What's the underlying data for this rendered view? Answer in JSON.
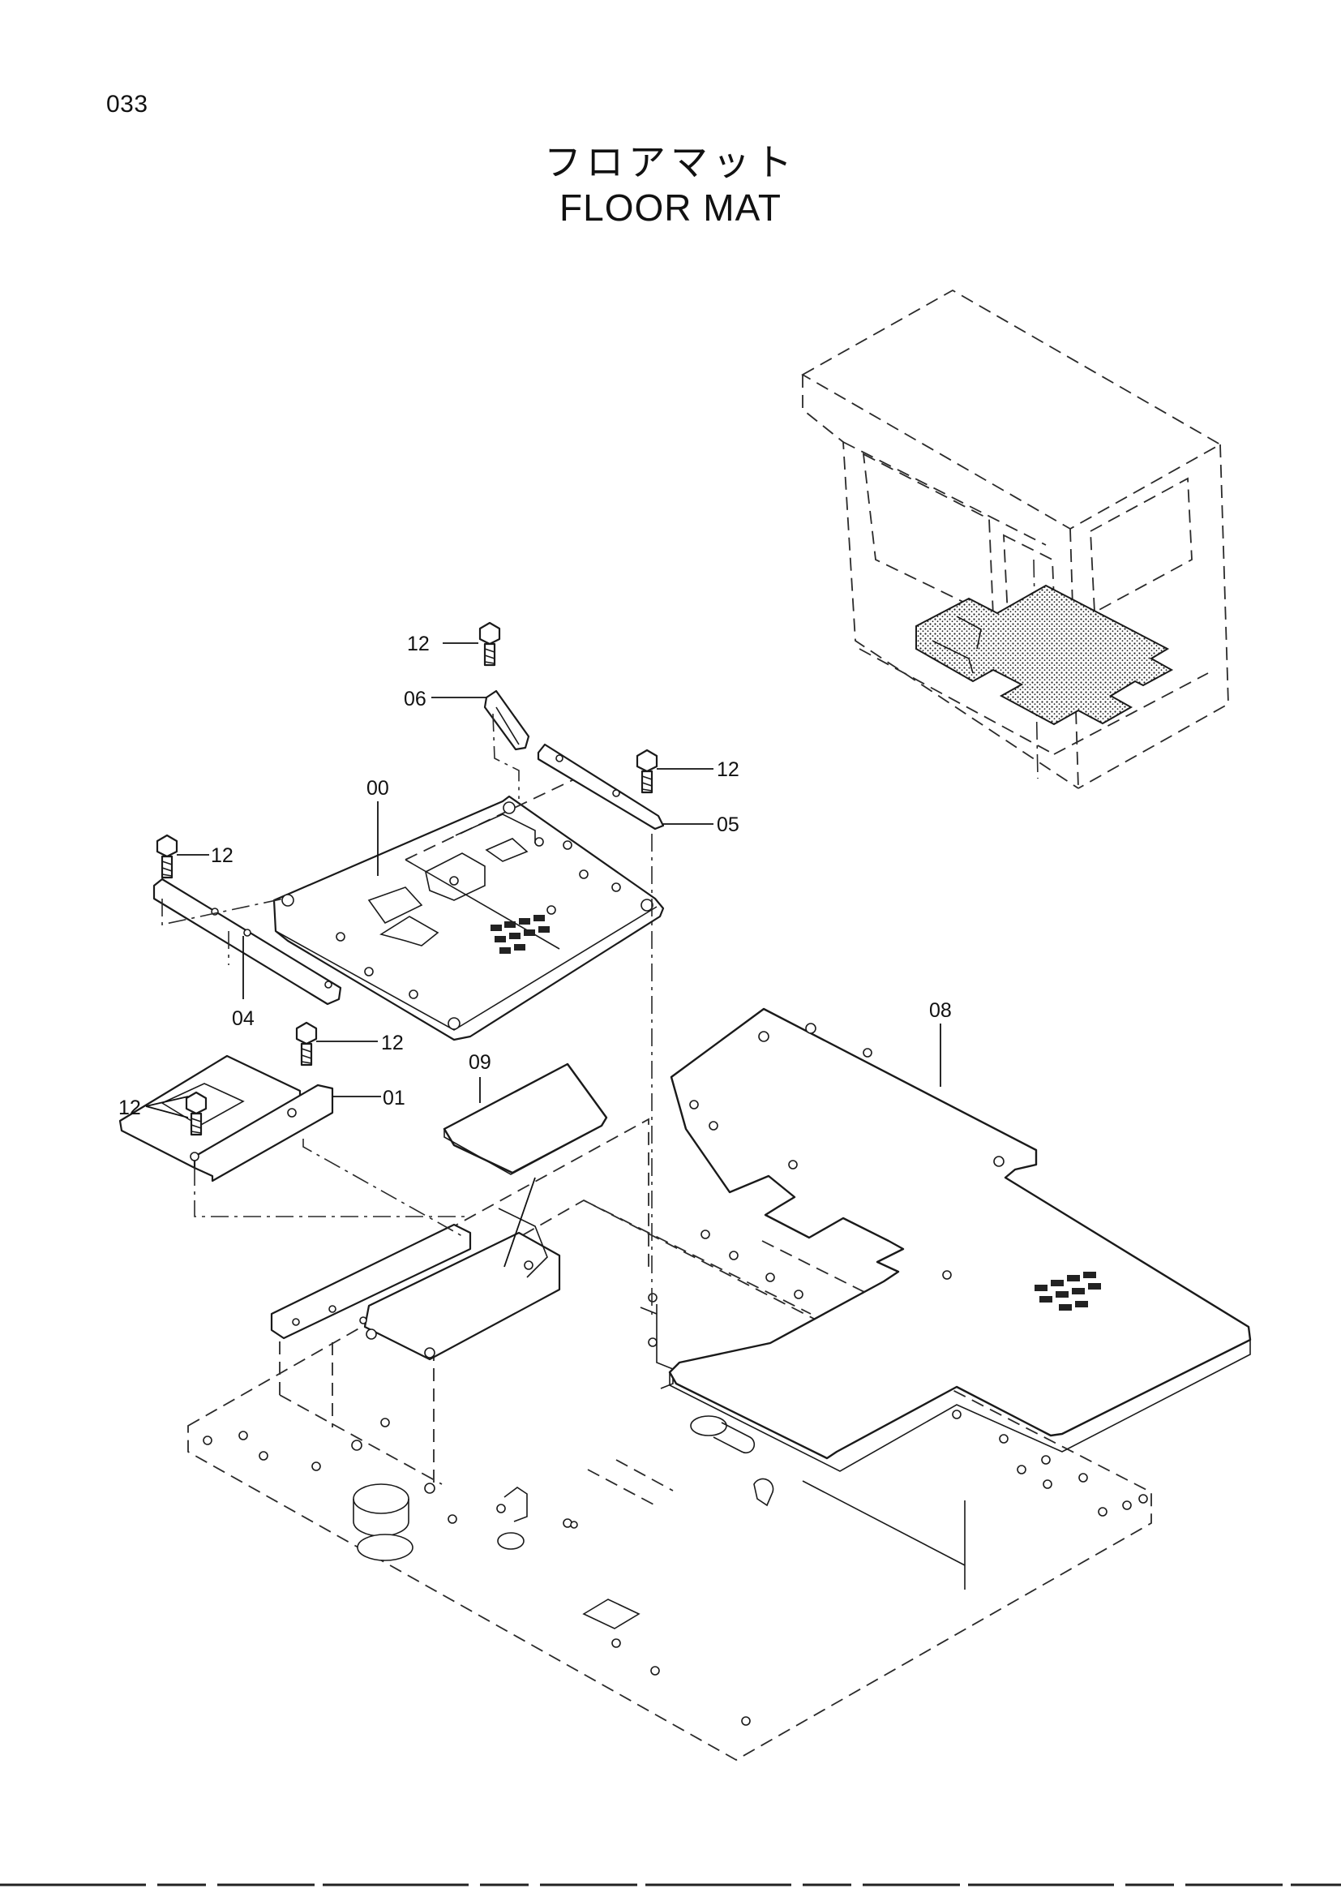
{
  "page_number": "033",
  "title": {
    "japanese": "フロアマット",
    "english": "FLOOR MAT"
  },
  "callouts": {
    "c00": "00",
    "c01": "01",
    "c04": "04",
    "c05": "05",
    "c06": "06",
    "c08": "08",
    "c09": "09",
    "c12_top": "12",
    "c12_right": "12",
    "c12_left": "12",
    "c12_mid": "12",
    "c12_lower_left": "12"
  }
}
